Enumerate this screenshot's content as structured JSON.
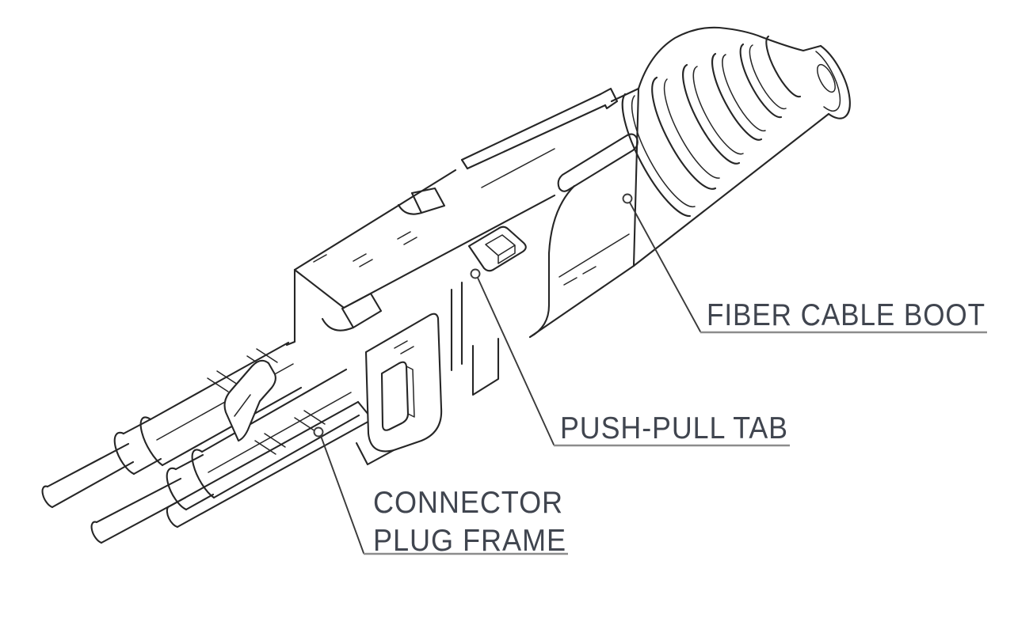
{
  "diagram": {
    "stroke_color": "#262626",
    "label_color": "#40454f",
    "underline_color": "#8c8c8c",
    "background_color": "#ffffff",
    "callouts": [
      {
        "id": "fiber-cable-boot",
        "lines": [
          "FIBER CABLE BOOT"
        ]
      },
      {
        "id": "push-pull-tab",
        "lines": [
          "PUSH-PULL TAB"
        ]
      },
      {
        "id": "connector-plug-frame",
        "lines": [
          "CONNECTOR",
          "PLUG FRAME"
        ]
      }
    ]
  }
}
